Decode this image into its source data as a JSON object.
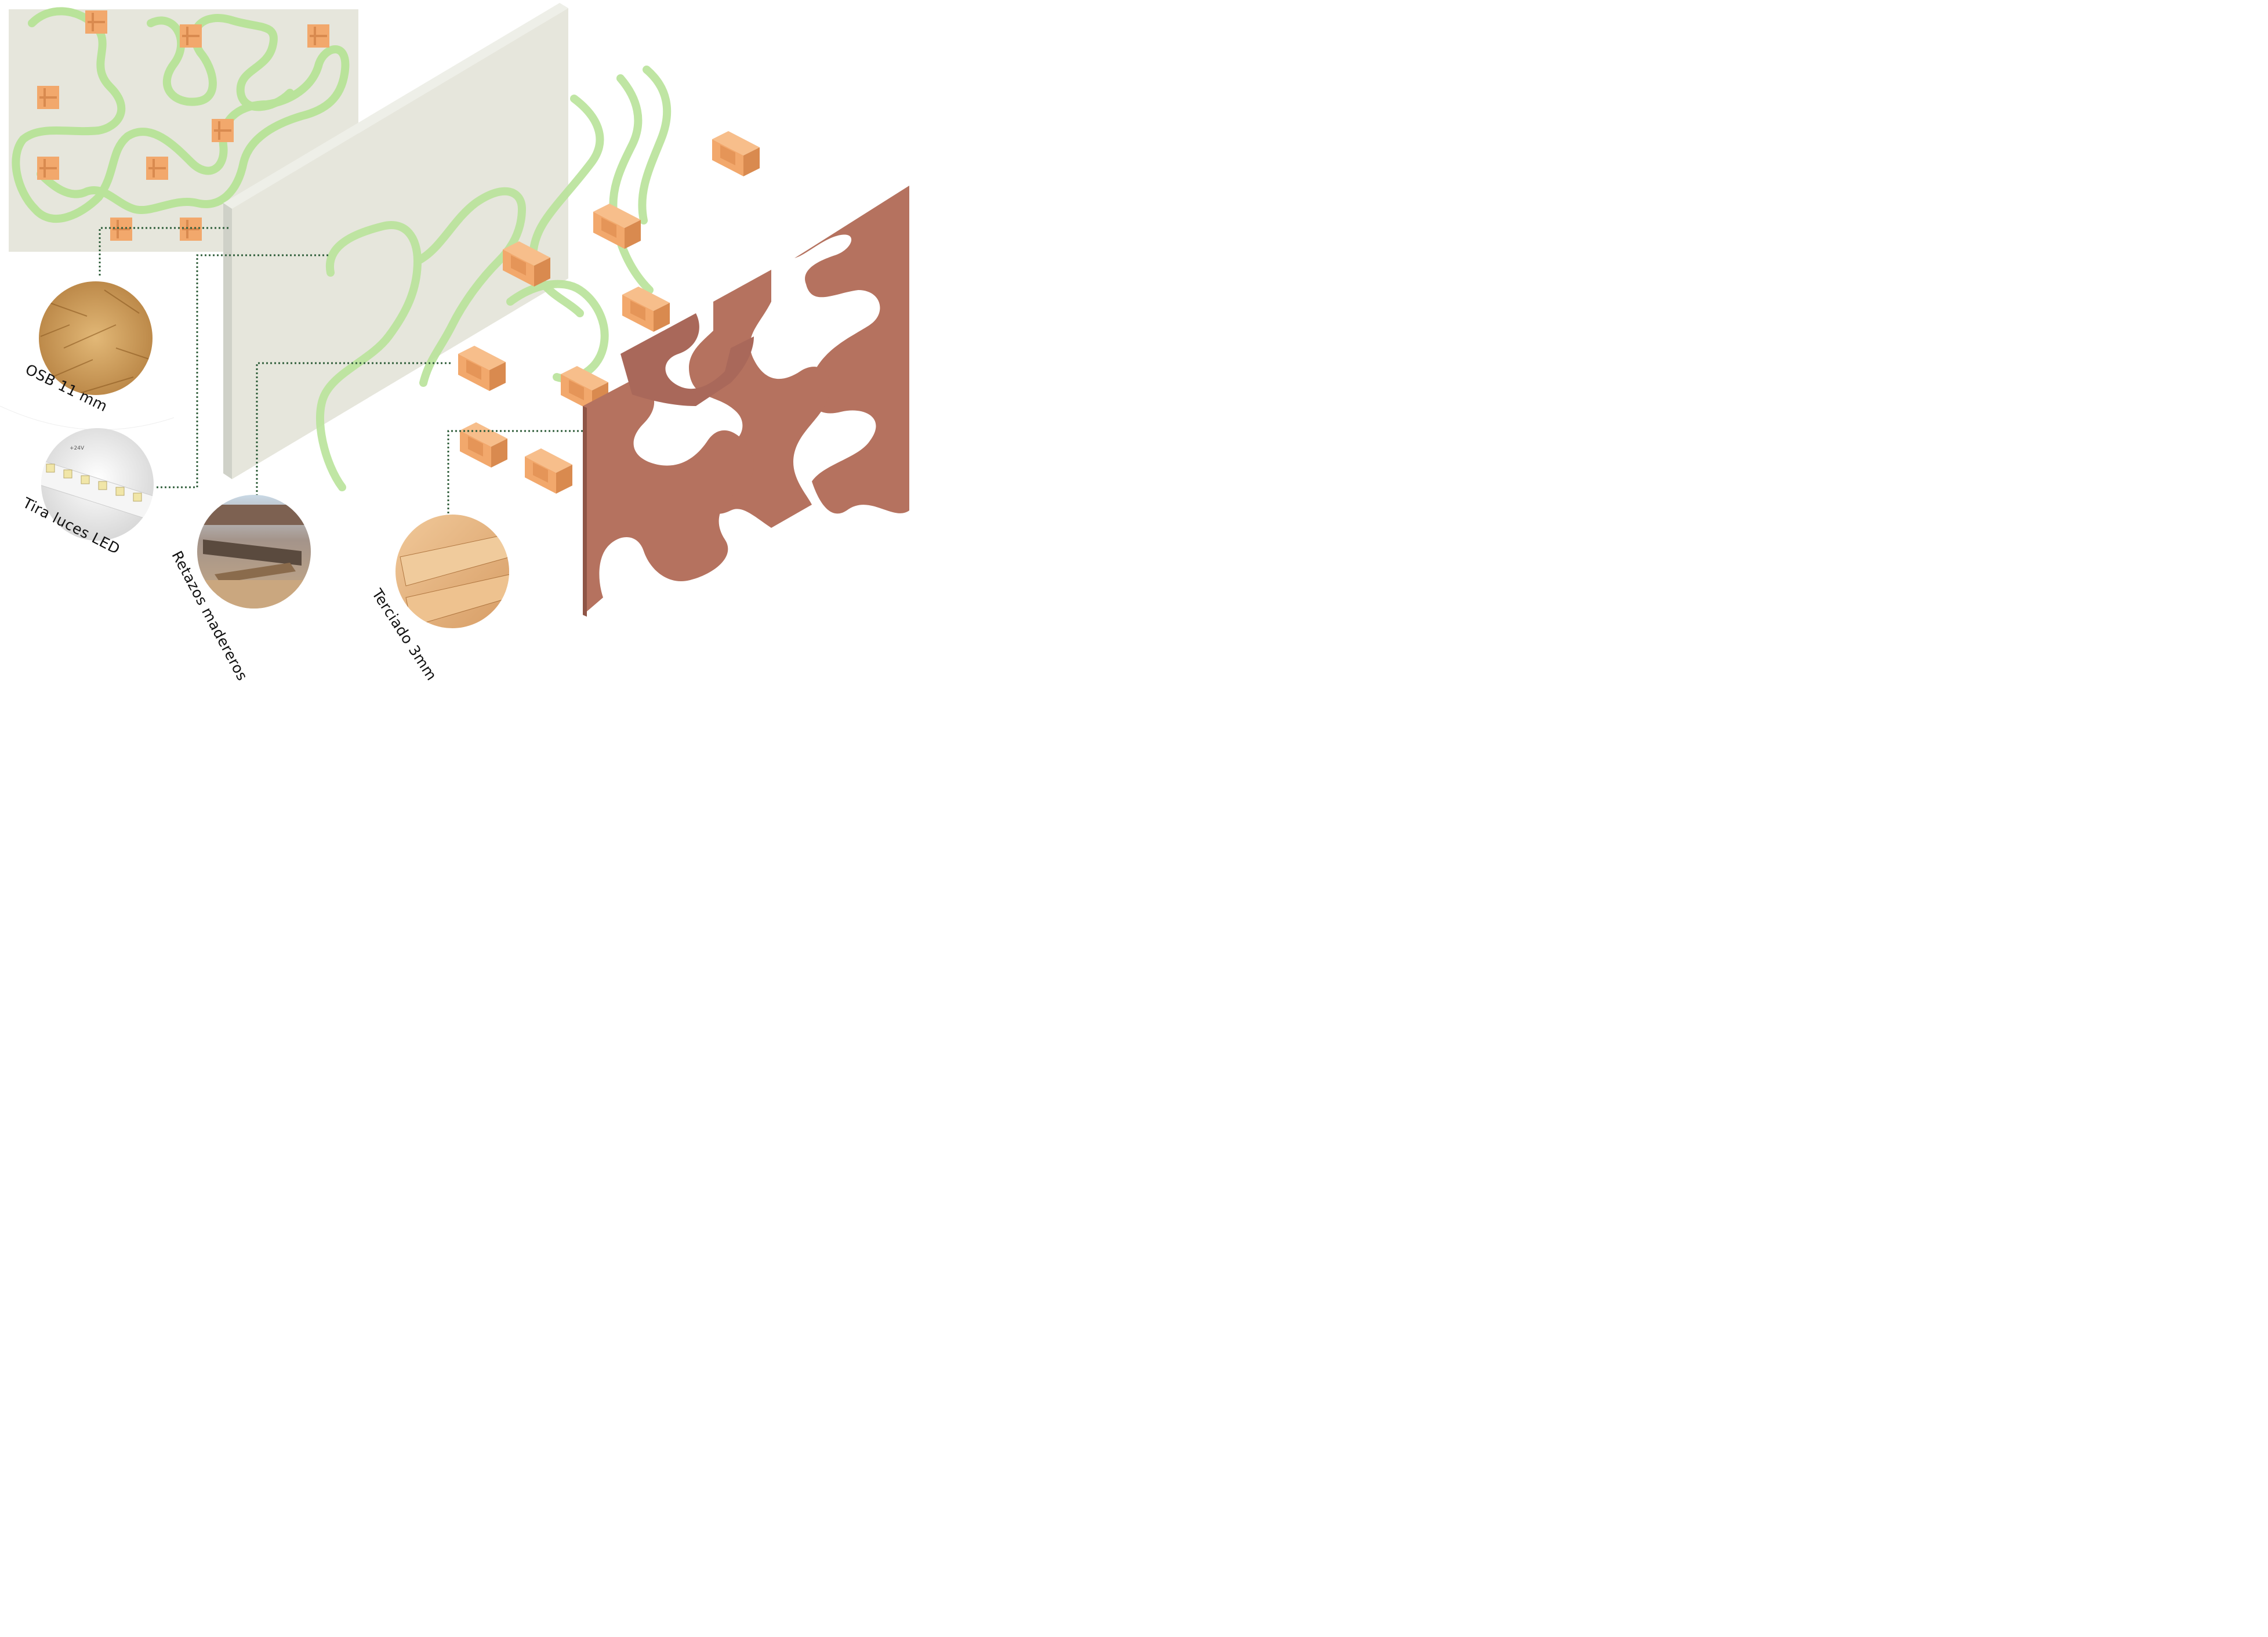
{
  "labels": {
    "osb": "OSB 11 mm",
    "led": "Tira luces LED",
    "retazos": "Retazos madereros",
    "terciado": "Terciado 3mm"
  },
  "led_strip_text": "+24V",
  "colors": {
    "panel_face": "#e6e6dc",
    "panel_side": "#cfd1c8",
    "panel_top": "#eeefe8",
    "led_strip": "#b9e39a",
    "wood_block": "#f2a86c",
    "wood_block_dark": "#d98a4f",
    "plywood": "#b5725f",
    "plywood_edge": "#8f5546",
    "leader_line": "#2f5d3a",
    "osb": "#c99a5a",
    "background": "#ffffff"
  }
}
